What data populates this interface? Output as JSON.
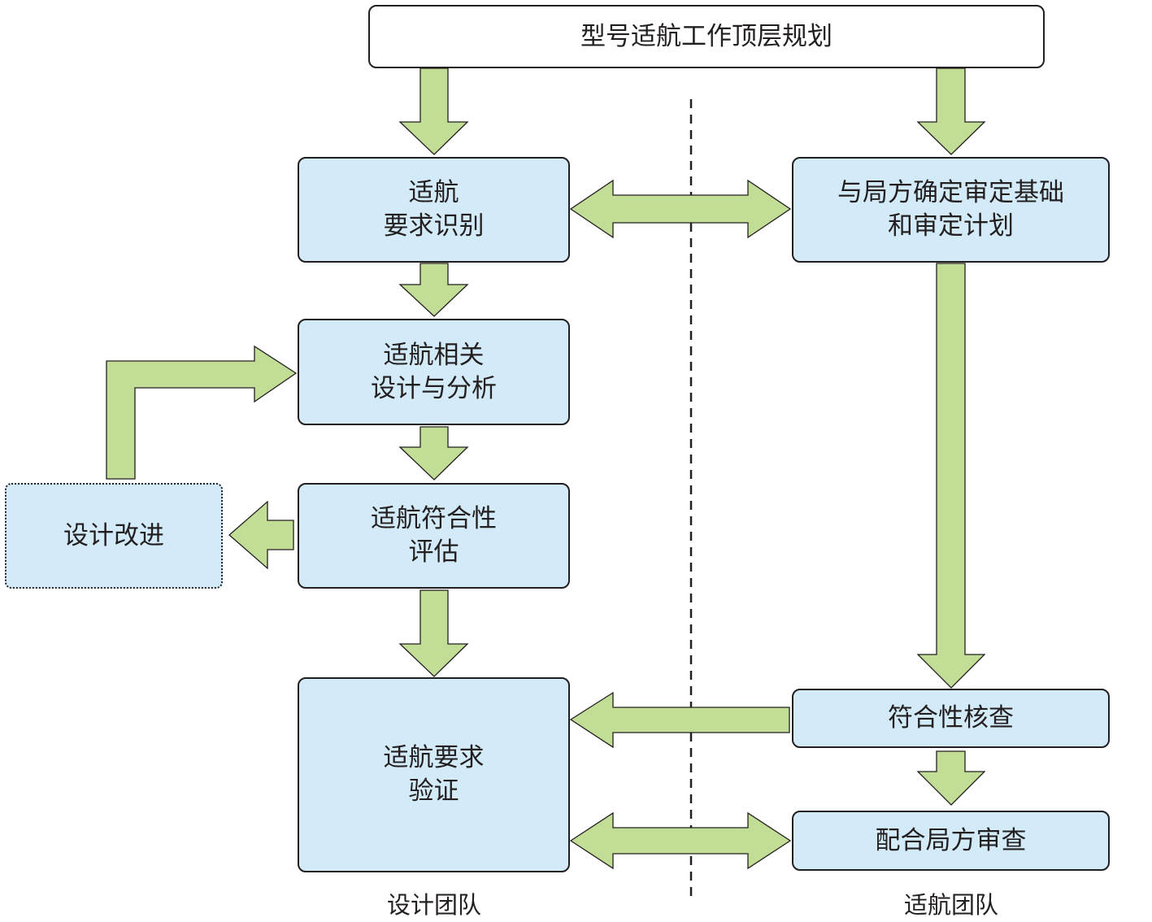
{
  "nodes": {
    "top_plan": "型号适航工作顶层规划",
    "req_identify": [
      "适航",
      "要求识别"
    ],
    "authority_basis": [
      "与局方确定审定基础",
      "和审定计划"
    ],
    "design_analysis": [
      "适航相关",
      "设计与分析"
    ],
    "design_improve": "设计改进",
    "compliance_eval": [
      "适航符合性",
      "评估"
    ],
    "verification": [
      "适航要求",
      "验证"
    ],
    "compliance_check": "符合性核查",
    "authority_review": "配合局方审查"
  },
  "lanes": {
    "design_team": "设计团队",
    "airworthiness_team": "适航团队"
  },
  "edges": [
    {
      "from": "top_plan",
      "to": "req_identify"
    },
    {
      "from": "top_plan",
      "to": "authority_basis"
    },
    {
      "from": "req_identify",
      "to": "authority_basis",
      "bidirectional": true
    },
    {
      "from": "req_identify",
      "to": "design_analysis"
    },
    {
      "from": "design_analysis",
      "to": "compliance_eval"
    },
    {
      "from": "compliance_eval",
      "to": "design_improve"
    },
    {
      "from": "design_improve",
      "to": "design_analysis"
    },
    {
      "from": "compliance_eval",
      "to": "verification"
    },
    {
      "from": "authority_basis",
      "to": "compliance_check"
    },
    {
      "from": "compliance_check",
      "to": "verification"
    },
    {
      "from": "compliance_check",
      "to": "authority_review"
    },
    {
      "from": "verification",
      "to": "authority_review",
      "bidirectional": true
    }
  ],
  "colors": {
    "box_fill": "#d3ebf8",
    "top_box_fill": "#ffffff",
    "arrow_fill": "#c1dd96",
    "stroke": "#231f20"
  }
}
